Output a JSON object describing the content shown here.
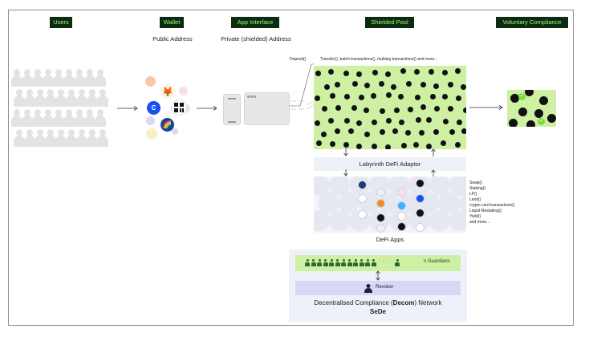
{
  "headers": {
    "users": "Users",
    "wallet": "Wallet",
    "app_interface": "App Interface",
    "shielded_pool": "Shielded Pool",
    "voluntary_compliance": "Voluntary Compliance"
  },
  "subheaders": {
    "wallet": "Public Address",
    "app_interface": "Private (shielded) Address"
  },
  "labels": {
    "deposit": "Deposit()",
    "pool_functions": "Transfer(), batch transactions(), multisig transactions() and more...",
    "adaptor": "Labyrinth DeFi Adaptor",
    "defi_apps": "DeFi Apps",
    "n_guardians": "n Guardians",
    "guardian_ellipsis": "· · ·",
    "revoker": "Revoker",
    "network_prefix": "Decentralised Compliance (",
    "network_bold": "Decom",
    "network_suffix": ") Network",
    "network_name": "SeDe"
  },
  "defi_functions": [
    "Swap()",
    "Staking()",
    "LP()",
    "Lend()",
    "crypto card transactions()",
    "Liquid Restaking()",
    "Yield()",
    "and more..."
  ],
  "wallet_icons": [
    {
      "name": "metamask-icon",
      "color": "#f6851b",
      "glyph": "🦊"
    },
    {
      "name": "coinbase-icon",
      "color": "#1652f0",
      "glyph": "C"
    },
    {
      "name": "grid-wallet-icon",
      "color": "#ffffff",
      "glyph": "▟"
    },
    {
      "name": "rainbow-icon",
      "color": "#174299",
      "glyph": "◗"
    }
  ],
  "colors": {
    "header_bg": "#0f2a12",
    "header_text": "#9cff72",
    "pool_green": "#cdf0a2",
    "guardian_green": "#2e6a2e",
    "revoker_lilac": "#d7d8f5",
    "check_green": "#7bdc3f"
  }
}
